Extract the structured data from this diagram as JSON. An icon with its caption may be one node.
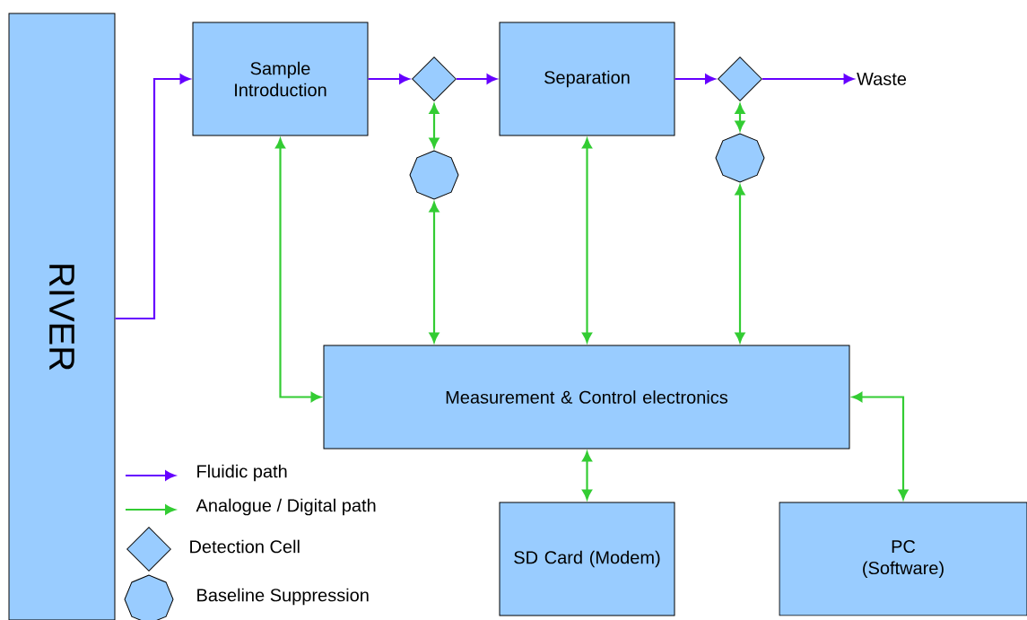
{
  "diagram": {
    "nodes": [
      {
        "text": [
          "RIVER"
        ]
      },
      {
        "text": [
          "Sample Introduction"
        ]
      },
      {
        "text": [],
        "shape": "diamond"
      },
      {
        "text": [
          "Separation"
        ]
      },
      {
        "text": [],
        "shape": "diamond"
      },
      {
        "text": [
          "Waste"
        ]
      },
      {
        "text": [],
        "shape": "octagon"
      },
      {
        "text": [],
        "shape": "octagon"
      },
      {
        "text": [
          "Measurement & Control electronics"
        ]
      },
      {
        "text": [
          "SD Card (Modem)"
        ]
      },
      {
        "text": [
          "PC (Software)"
        ]
      }
    ],
    "edges": [
      {
        "from": 0,
        "to": 1,
        "arrow": "to",
        "color": "#6600ff"
      },
      {
        "from": 1,
        "to": 2,
        "arrow": "to",
        "color": "#6600ff"
      },
      {
        "from": 2,
        "to": 3,
        "arrow": "to",
        "color": "#6600ff"
      },
      {
        "from": 3,
        "to": 4,
        "arrow": "to",
        "color": "#6600ff"
      },
      {
        "from": 4,
        "to": 5,
        "arrow": "to",
        "color": "#6600ff"
      },
      {
        "from": 1,
        "to": 8,
        "arrow": "both"
      },
      {
        "from": 2,
        "to": 6,
        "arrow": "both"
      },
      {
        "from": 6,
        "to": 8,
        "arrow": "both"
      },
      {
        "from": 3,
        "to": 8,
        "arrow": "both"
      },
      {
        "from": 4,
        "to": 7,
        "arrow": "both"
      },
      {
        "from": 7,
        "to": 8,
        "arrow": "both"
      },
      {
        "from": 8,
        "to": 9,
        "arrow": "both"
      },
      {
        "from": 8,
        "to": 10,
        "arrow": "both"
      }
    ],
    "legend": [
      {
        "text": "Fluidic path"
      },
      {
        "text": "Analogue / Digital path"
      },
      {
        "text": "Detection Cell"
      },
      {
        "text": "Baseline Suppression"
      }
    ]
  }
}
